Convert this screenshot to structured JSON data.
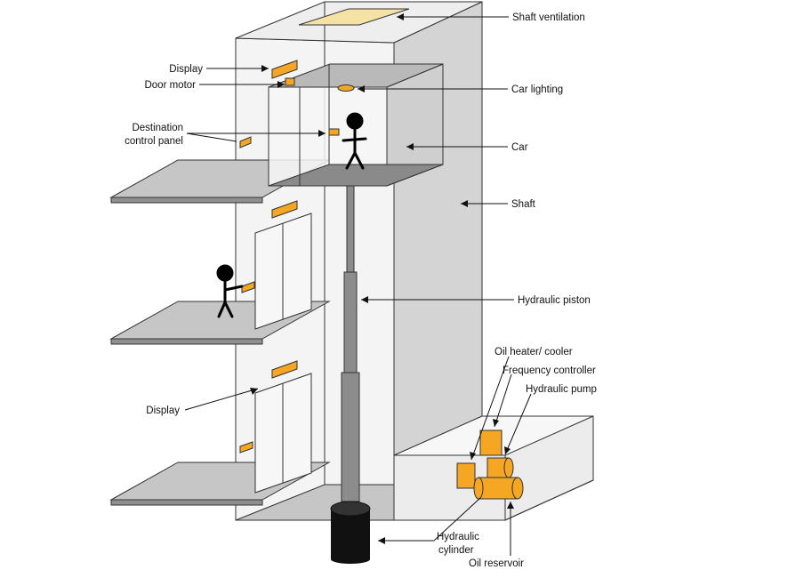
{
  "colors": {
    "component": "#f5a623",
    "ventilation": "#f5e3a6",
    "slab": "#c6c6c6",
    "slab_dark": "#8f8f8f",
    "wall": "#e8e8e8",
    "wall_side": "#d4d4d4",
    "car_side": "#cfcfcf",
    "car_floor": "#8a8a8a",
    "piston": "#8c8c8c",
    "cylinder": "#111111",
    "line": "#111111"
  },
  "labels": {
    "shaft_ventilation": "Shaft ventilation",
    "display_top": "Display",
    "door_motor": "Door motor",
    "car_lighting": "Car lighting",
    "destination_line1": "Destination",
    "destination_line2": "control panel",
    "car": "Car",
    "shaft": "Shaft",
    "hydraulic_piston": "Hydraulic piston",
    "oil_heater_cooler": "Oil heater/ cooler",
    "frequency_controller": "Frequency controller",
    "hydraulic_pump": "Hydraulic pump",
    "display_bottom": "Display",
    "hydraulic_cylinder_line1": "Hydraulic",
    "hydraulic_cylinder_line2": "cylinder",
    "oil_reservoir": "Oil reservoir"
  }
}
